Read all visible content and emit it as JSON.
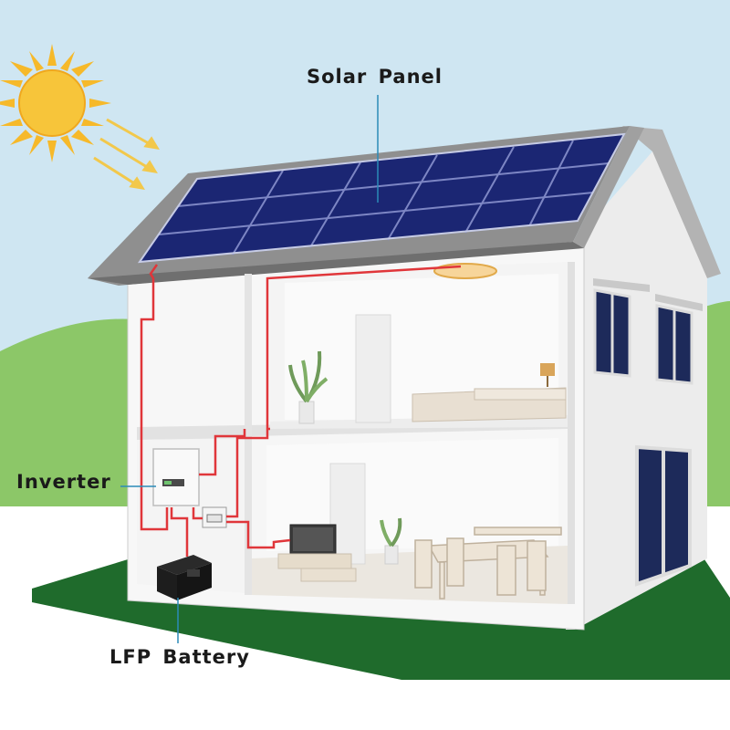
{
  "labels": {
    "solar_panel": "Solar Panel",
    "inverter": "Inverter",
    "battery": "LFP Battery"
  },
  "colors": {
    "sky": "#cfe6f2",
    "hill": "#8cc768",
    "ground": "#1f6b2c",
    "roof": "#8f8f8f",
    "panel": "#1b2673",
    "wall": "#f7f7f7",
    "wire": "#e0363a",
    "leader_line": "#2b8bb8",
    "sun": "#f6b92a"
  },
  "icons": {
    "sun": "sun-icon",
    "solar_panel": "solar-panel-icon",
    "inverter": "inverter-icon",
    "battery": "battery-icon",
    "meter": "meter-icon",
    "tv": "tv-icon",
    "plant": "plant-icon",
    "lamp": "ceiling-lamp-icon"
  }
}
